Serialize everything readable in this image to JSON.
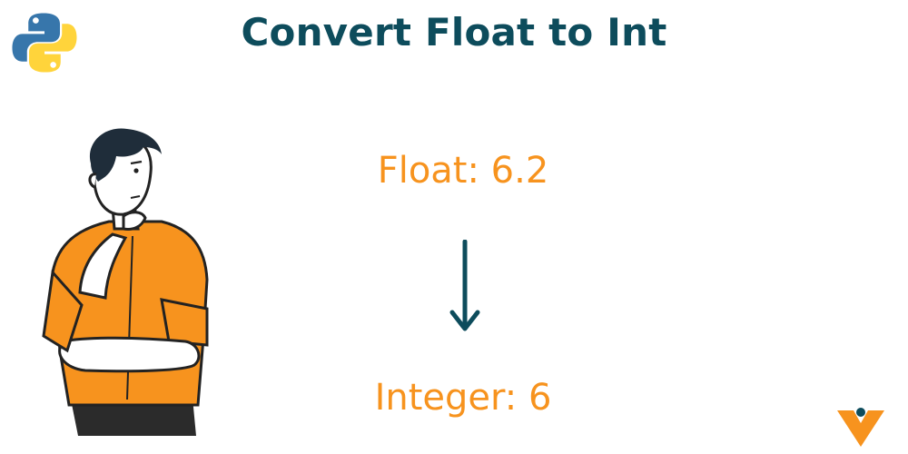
{
  "title": "Convert Float to Int",
  "conversion": {
    "float_label": "Float: 6.2",
    "int_label": "Integer: 6"
  },
  "icons": {
    "top_left": "python-logo",
    "center": "arrow-down-icon",
    "bottom_right": "brand-logo",
    "illustration": "thinking-person-illustration"
  },
  "colors": {
    "title": "#0d4c5c",
    "accent": "#f7931e",
    "arrow": "#0d4c5c",
    "python_blue": "#3776ab",
    "python_yellow": "#ffd43b"
  }
}
